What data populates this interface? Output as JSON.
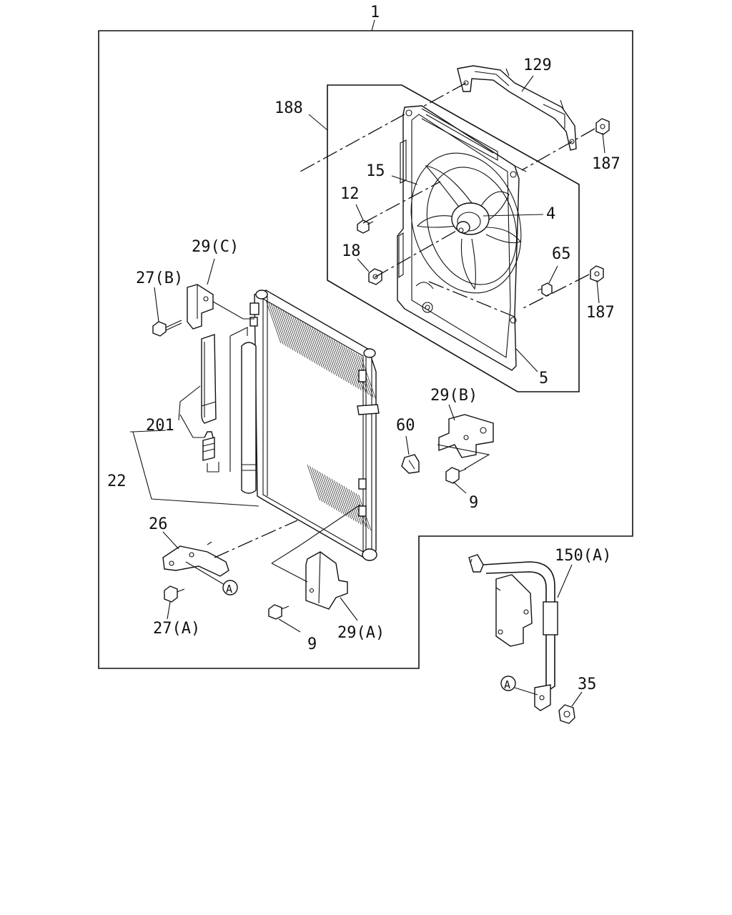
{
  "diagram": {
    "callouts": [
      {
        "id": "c1",
        "text": "1"
      },
      {
        "id": "c129",
        "text": "129"
      },
      {
        "id": "c188",
        "text": "188"
      },
      {
        "id": "c187a",
        "text": "187"
      },
      {
        "id": "c15",
        "text": "15"
      },
      {
        "id": "c12",
        "text": "12"
      },
      {
        "id": "c4",
        "text": "4"
      },
      {
        "id": "c18",
        "text": "18"
      },
      {
        "id": "c65",
        "text": "65"
      },
      {
        "id": "c187b",
        "text": "187"
      },
      {
        "id": "c29c",
        "text": "29(C)"
      },
      {
        "id": "c27b",
        "text": "27(B)"
      },
      {
        "id": "c5",
        "text": "5"
      },
      {
        "id": "c29b",
        "text": "29(B)"
      },
      {
        "id": "c201",
        "text": "201"
      },
      {
        "id": "c60",
        "text": "60"
      },
      {
        "id": "c22",
        "text": "22"
      },
      {
        "id": "c9a",
        "text": "9"
      },
      {
        "id": "c26",
        "text": "26"
      },
      {
        "id": "c150a",
        "text": "150(A)"
      },
      {
        "id": "c27a",
        "text": "27(A)"
      },
      {
        "id": "c9b",
        "text": "9"
      },
      {
        "id": "c29a",
        "text": "29(A)"
      },
      {
        "id": "c35",
        "text": "35"
      }
    ],
    "markers": [
      {
        "id": "m1",
        "text": "A"
      },
      {
        "id": "m2",
        "text": "A"
      }
    ]
  }
}
